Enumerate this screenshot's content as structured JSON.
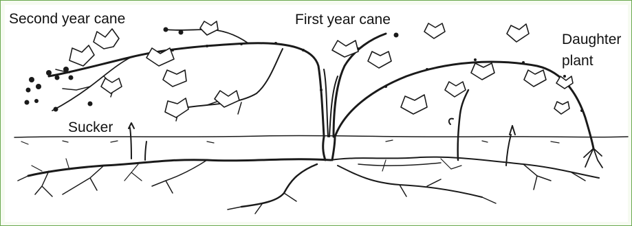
{
  "labels": {
    "second_year_cane": "Second year cane",
    "first_year_cane": "First year cane",
    "daughter_plant_line1": "Daughter",
    "daughter_plant_line2": "plant",
    "sucker": "Sucker"
  },
  "colors": {
    "border": "#6aa84f",
    "ink": "#1a1a1a"
  }
}
